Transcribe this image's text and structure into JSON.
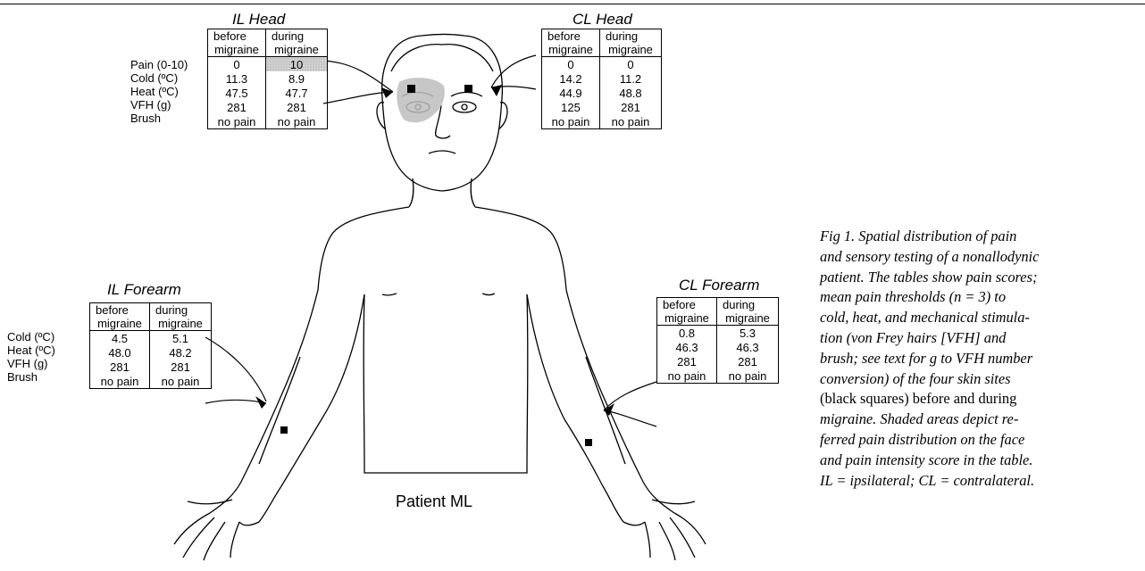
{
  "panels": {
    "il_head": {
      "title": "IL Head",
      "col1": [
        "before",
        "migraine"
      ],
      "col2": [
        "during",
        "migraine"
      ],
      "row_labels": [
        "Pain (0-10)",
        "Cold (ºC)",
        "Heat (ºC)",
        "VFH  (g)",
        "Brush"
      ],
      "rows": [
        [
          "0",
          "10"
        ],
        [
          "11.3",
          "8.9"
        ],
        [
          "47.5",
          "47.7"
        ],
        [
          "281",
          "281"
        ],
        [
          "no pain",
          "no pain"
        ]
      ]
    },
    "cl_head": {
      "title": "CL Head",
      "col1": [
        "before",
        "migraine"
      ],
      "col2": [
        "during",
        "migraine"
      ],
      "rows": [
        [
          "0",
          "0"
        ],
        [
          "14.2",
          "11.2"
        ],
        [
          "44.9",
          "48.8"
        ],
        [
          "125",
          "281"
        ],
        [
          "no pain",
          "no pain"
        ]
      ]
    },
    "il_forearm": {
      "title": "IL Forearm",
      "col1": [
        "before",
        "migraine"
      ],
      "col2": [
        "during",
        "migraine"
      ],
      "row_labels": [
        "Cold (ºC)",
        "Heat (ºC)",
        "VFH  (g)",
        "Brush"
      ],
      "rows": [
        [
          "4.5",
          "5.1"
        ],
        [
          "48.0",
          "48.2"
        ],
        [
          "281",
          "281"
        ],
        [
          "no pain",
          "no pain"
        ]
      ]
    },
    "cl_forearm": {
      "title": "CL Forearm",
      "col1": [
        "before",
        "migraine"
      ],
      "col2": [
        "during",
        "migraine"
      ],
      "rows": [
        [
          "0.8",
          "5.3"
        ],
        [
          "46.3",
          "46.3"
        ],
        [
          "281",
          "281"
        ],
        [
          "no pain",
          "no pain"
        ]
      ]
    }
  },
  "patient_label": "Patient ML",
  "caption": {
    "lines": [
      "Fig 1. Spatial distribution of pain",
      "and sensory testing of a nonallodynic",
      "patient. The tables show pain scores;",
      "mean pain thresholds (n = 3) to",
      "cold, heat, and mechanical stimula-",
      "tion (von Frey hairs [VFH] and",
      "brush; see text for g to VFH number",
      "conversion) of the four skin sites",
      "(black squares) before and during",
      "migraine. Shaded areas depict re-",
      "ferred pain distribution on the face",
      "and pain intensity score in the table.",
      "IL = ipsilateral; CL = contralateral."
    ]
  }
}
